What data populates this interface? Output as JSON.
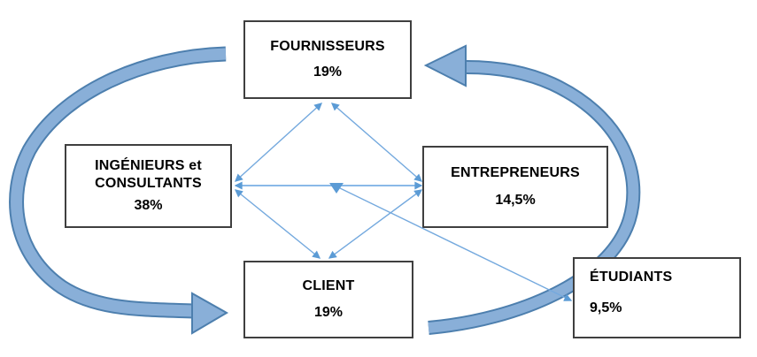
{
  "diagram": {
    "type": "network-cycle-diagram",
    "nodes": [
      {
        "id": "fournisseurs",
        "lines": [
          "FOURNISSEURS",
          ""
        ],
        "value": "19%"
      },
      {
        "id": "ingenieurs-consultants",
        "lines": [
          "INGÉNIEURS et",
          "CONSULTANTS"
        ],
        "value": "38%"
      },
      {
        "id": "entrepreneurs",
        "lines": [
          "ENTREPRENEURS",
          ""
        ],
        "value": "14,5%"
      },
      {
        "id": "client",
        "lines": [
          "CLIENT",
          ""
        ],
        "value": "19%"
      },
      {
        "id": "etudiants",
        "lines": [
          "ÉTUDIANTS",
          ""
        ],
        "value": "9,5%"
      }
    ],
    "links": [
      {
        "from": "ingenieurs-consultants",
        "to": "fournisseurs",
        "bidirectional": true
      },
      {
        "from": "fournisseurs",
        "to": "entrepreneurs",
        "bidirectional": true
      },
      {
        "from": "ingenieurs-consultants",
        "to": "entrepreneurs",
        "bidirectional": true
      },
      {
        "from": "ingenieurs-consultants",
        "to": "client",
        "bidirectional": true
      },
      {
        "from": "entrepreneurs",
        "to": "client",
        "bidirectional": true
      },
      {
        "from": "etudiants",
        "to": "network-center",
        "bidirectional": false
      }
    ],
    "cycle_arrows": [
      {
        "name": "left-cycle-arrow",
        "from": "fournisseurs",
        "to": "client",
        "direction": "counterclockwise"
      },
      {
        "name": "right-cycle-arrow",
        "from": "client",
        "to": "fournisseurs",
        "direction": "counterclockwise"
      }
    ],
    "colors": {
      "arrow_fill": "#89AFD8",
      "arrow_outline": "#4D7FAE",
      "connector_line": "#74A9DE",
      "connector_head": "#5B9BD5",
      "box_border": "#3F3F3F",
      "text": "#000000",
      "background": "#FFFFFF"
    }
  }
}
